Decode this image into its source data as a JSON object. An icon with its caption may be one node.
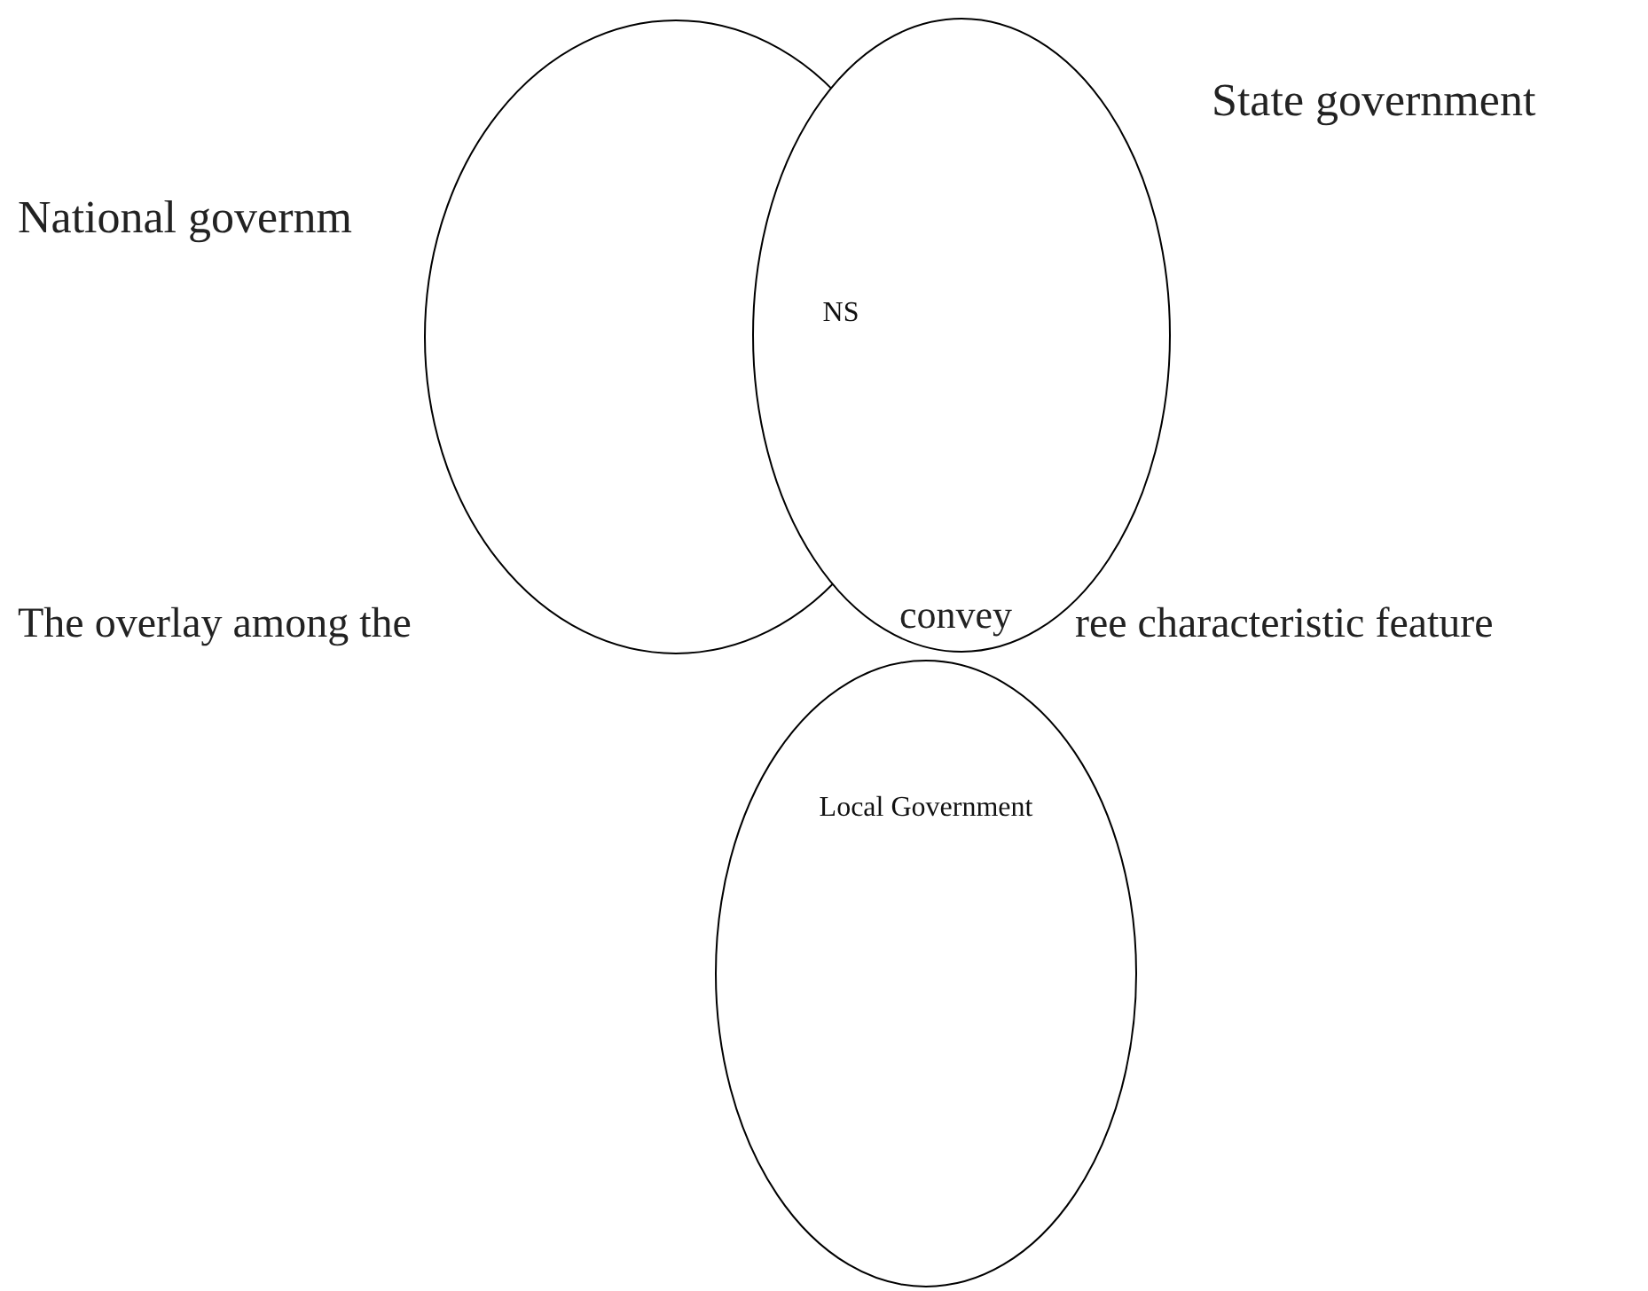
{
  "diagram": {
    "nodes": [
      {
        "text": [],
        "shape": "ellipse"
      },
      {
        "text": [
          "NS"
        ]
      },
      {
        "text": [
          "Local Government"
        ]
      }
    ],
    "labels": [
      "State government",
      "National governm",
      "The overlay among the",
      "convey",
      "ree characteristic feature"
    ]
  }
}
